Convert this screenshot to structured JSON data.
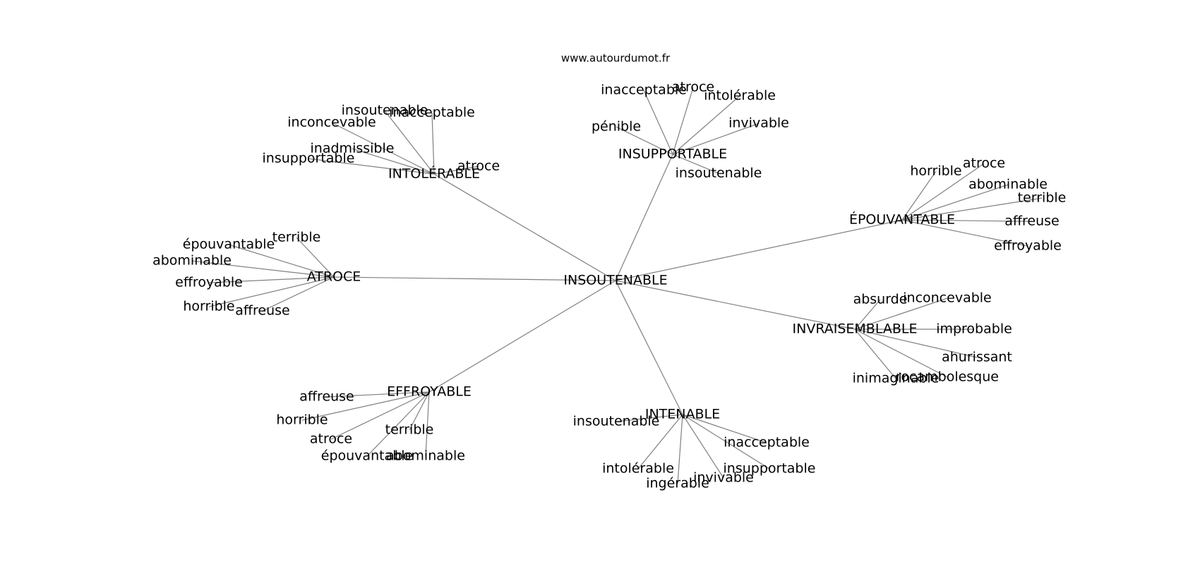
{
  "source": "www.autourdumot.fr",
  "center": "INSOUTENABLE",
  "clusters": [
    {
      "label": "INTOLÉRABLE",
      "leaves": [
        "insoutenable",
        "inacceptable",
        "inconcevable",
        "inadmissible",
        "insupportable",
        "atroce"
      ]
    },
    {
      "label": "INSUPPORTABLE",
      "leaves": [
        "inacceptable",
        "atroce",
        "intolérable",
        "pénible",
        "invivable",
        "insoutenable"
      ]
    },
    {
      "label": "ÉPOUVANTABLE",
      "leaves": [
        "horrible",
        "atroce",
        "abominable",
        "terrible",
        "affreuse",
        "effroyable"
      ]
    },
    {
      "label": "ATROCE",
      "leaves": [
        "épouvantable",
        "terrible",
        "abominable",
        "effroyable",
        "horrible",
        "affreuse"
      ]
    },
    {
      "label": "INVRAISEMBLABLE",
      "leaves": [
        "absurde",
        "inconcevable",
        "improbable",
        "ahurissant",
        "inimaginable",
        "rocambolesque"
      ]
    },
    {
      "label": "EFFROYABLE",
      "leaves": [
        "affreuse",
        "horrible",
        "atroce",
        "terrible",
        "épouvantable",
        "abominable"
      ]
    },
    {
      "label": "INTENABLE",
      "leaves": [
        "insoutenable",
        "inacceptable",
        "intolérable",
        "insupportable",
        "ingérable",
        "invivable"
      ]
    }
  ]
}
